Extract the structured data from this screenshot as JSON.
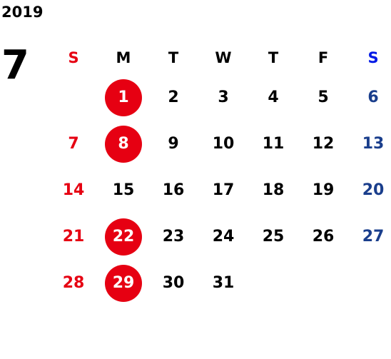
{
  "calendar": {
    "year": "2019",
    "month": "7",
    "weekdays": [
      "S",
      "M",
      "T",
      "W",
      "T",
      "F",
      "S"
    ],
    "weeks": [
      [
        "",
        "1",
        "2",
        "3",
        "4",
        "5",
        "6"
      ],
      [
        "7",
        "8",
        "9",
        "10",
        "11",
        "12",
        "13"
      ],
      [
        "14",
        "15",
        "16",
        "17",
        "18",
        "19",
        "20"
      ],
      [
        "21",
        "22",
        "23",
        "24",
        "25",
        "26",
        "27"
      ],
      [
        "28",
        "29",
        "30",
        "31",
        "",
        "",
        ""
      ]
    ],
    "highlighted_days": [
      "1",
      "8",
      "22",
      "29"
    ]
  },
  "colors": {
    "sunday": "#e60012",
    "saturday_header": "#0019e6",
    "saturday_day": "#1a3e8c",
    "highlight": "#e60012",
    "text": "#000000"
  }
}
